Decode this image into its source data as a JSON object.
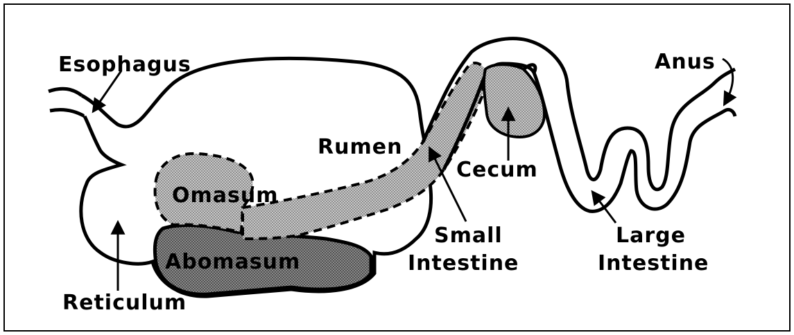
{
  "diagram": {
    "labels": {
      "esophagus": "Esophagus",
      "rumen": "Rumen",
      "omasum": "Omasum",
      "abomasum": "Abomasum",
      "reticulum": "Reticulum",
      "cecum": "Cecum",
      "small_intestine_line1": "Small",
      "small_intestine_line2": "Intestine",
      "large_intestine_line1": "Large",
      "large_intestine_line2": "Intestine",
      "anus": "Anus"
    },
    "colors": {
      "ink": "#000000",
      "paper": "#ffffff",
      "shade_dark": "#6f6f6f",
      "shade_light": "#a9a9a9"
    }
  }
}
